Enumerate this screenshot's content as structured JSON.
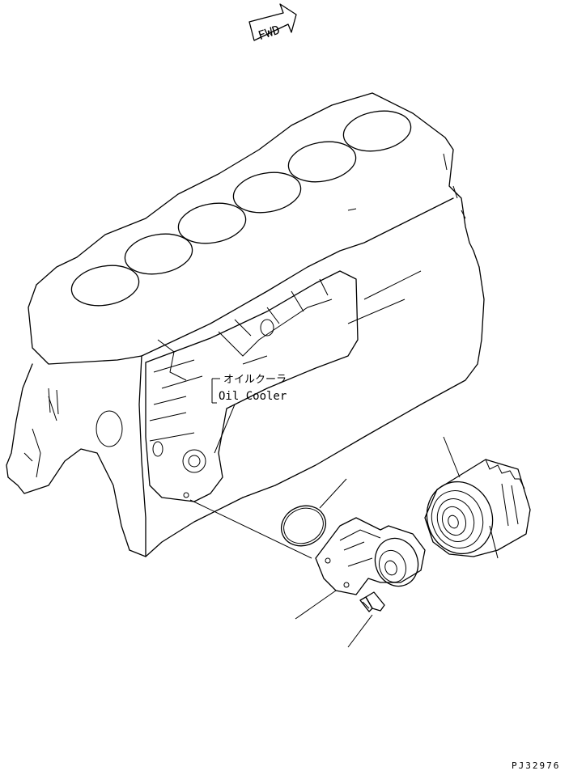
{
  "labels": {
    "fwd": "FWD",
    "oil_cooler_jp": "オイルクーラ",
    "oil_cooler_en": "Oil Cooler",
    "drawing_number": "PJ32976"
  },
  "colors": {
    "line": "#000000",
    "background": "#ffffff"
  }
}
